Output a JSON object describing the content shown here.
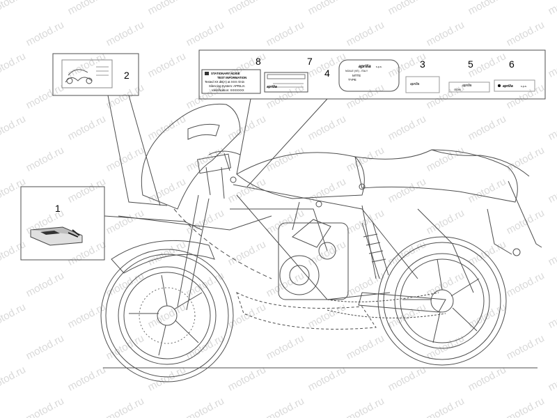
{
  "diagram": {
    "callouts": [
      {
        "id": "1",
        "label": "1"
      },
      {
        "id": "2",
        "label": "2"
      },
      {
        "id": "3",
        "label": "3"
      },
      {
        "id": "4",
        "label": "4"
      },
      {
        "id": "5",
        "label": "5"
      },
      {
        "id": "6",
        "label": "6"
      },
      {
        "id": "7",
        "label": "7"
      },
      {
        "id": "8",
        "label": "8"
      }
    ],
    "decal8": {
      "line1": "STATIONARY NOISE",
      "line2": "TEST INFORMATION",
      "line3": "Tested XX dB(A) at XXX r/min",
      "line4": "Silencing System: APRILIA",
      "line5": "Identification: XXXXXXX"
    },
    "decal7": {
      "brand": "aprilia"
    },
    "decal4": {
      "brand": "aprilia",
      "brand_suffix": "s.p.a.",
      "address": "NOALE (VE) - ITALY",
      "mtte": "MTTE",
      "type": "TYPE"
    },
    "decal3": {
      "brand": "aprilia"
    },
    "decal5": {
      "brand": "aprilia",
      "sub": "OOM"
    },
    "decal6": {
      "brand": "aprilia",
      "suffix": "s.p.a."
    }
  },
  "watermark": {
    "text": "motod.ru"
  },
  "colors": {
    "line": "#4d4d4d",
    "watermark": "#d9d9d9"
  }
}
